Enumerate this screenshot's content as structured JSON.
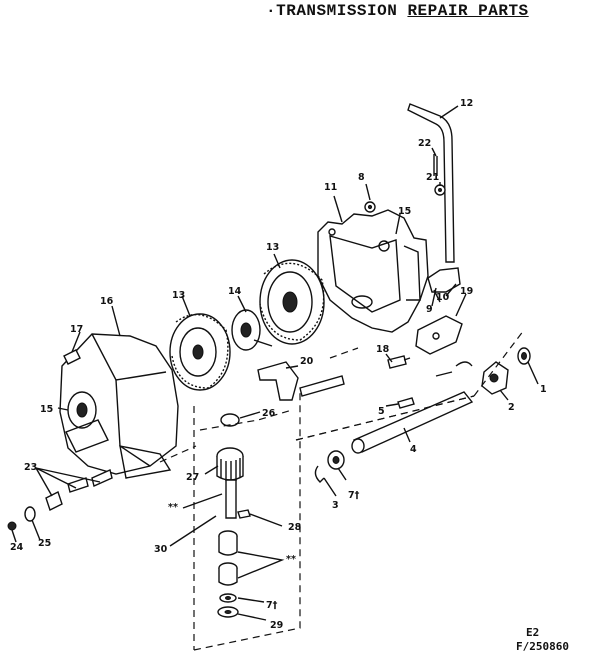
{
  "title": {
    "dot": "·",
    "word1": "TRANSMISSION",
    "word2": "REPAIR PARTS"
  },
  "page_code": "E2",
  "figure_number": "F/250860",
  "callouts": [
    {
      "id": "c1",
      "label": "1"
    },
    {
      "id": "c2",
      "label": "2"
    },
    {
      "id": "c3",
      "label": "3"
    },
    {
      "id": "c4",
      "label": "4"
    },
    {
      "id": "c5",
      "label": "5"
    },
    {
      "id": "c7a",
      "label": "7†"
    },
    {
      "id": "c7b",
      "label": "7†"
    },
    {
      "id": "c8",
      "label": "8"
    },
    {
      "id": "c9",
      "label": "9"
    },
    {
      "id": "c10",
      "label": "10"
    },
    {
      "id": "c11",
      "label": "11"
    },
    {
      "id": "c12",
      "label": "12"
    },
    {
      "id": "c13a",
      "label": "13"
    },
    {
      "id": "c13b",
      "label": "13"
    },
    {
      "id": "c14",
      "label": "14"
    },
    {
      "id": "c15a",
      "label": "15"
    },
    {
      "id": "c15b",
      "label": "15"
    },
    {
      "id": "c16",
      "label": "16"
    },
    {
      "id": "c17",
      "label": "17"
    },
    {
      "id": "c18",
      "label": "18"
    },
    {
      "id": "c19",
      "label": "19"
    },
    {
      "id": "c20",
      "label": "20"
    },
    {
      "id": "c21",
      "label": "21"
    },
    {
      "id": "c22",
      "label": "22"
    },
    {
      "id": "c23",
      "label": "23"
    },
    {
      "id": "c24",
      "label": "24"
    },
    {
      "id": "c25",
      "label": "25"
    },
    {
      "id": "c26",
      "label": "26"
    },
    {
      "id": "c27",
      "label": "27"
    },
    {
      "id": "c28",
      "label": "28"
    },
    {
      "id": "c29",
      "label": "29"
    },
    {
      "id": "c30",
      "label": "30"
    },
    {
      "id": "cstar1",
      "label": "**"
    },
    {
      "id": "cstar2",
      "label": "**"
    }
  ]
}
